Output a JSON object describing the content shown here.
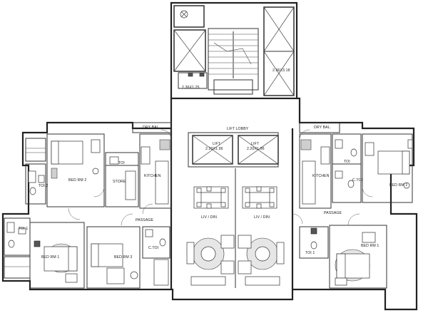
{
  "labels": {
    "dry_bal_left": "DRY BAL.",
    "dry_bal_right": "DRY BAL.",
    "lift_lobby": "LIFT LOBBY",
    "lift_1": "LIFT",
    "lift_1_size": "2.20X1.96",
    "lift_2": "LIFT",
    "lift_2_size": "2.20X1.96",
    "shaft_small_size": "2.36X1.25",
    "shaft_large_size": "2.36X3.18",
    "bed_rm_2_left": "BED RM 2",
    "store": "STORE",
    "kitchen_left": "KITCHEN",
    "toi_small_left": "TOI",
    "toi_2_left": "TOI 2",
    "toi_1_left": "TOI 1",
    "bed_rm_1_left": "BED RM 1",
    "bed_rm_3": "BED RM 3",
    "ctoi_left": "C.TOI",
    "passage_left": "PASSAGE",
    "liv_din_left": "LIV / DIN",
    "liv_din_right": "LIV / DIN",
    "kitchen_right": "KITCHEN",
    "ctoi_right": "C.TOI",
    "toi_right": "TOI",
    "bed_rm_2_right": "BED RM 2",
    "passage_right": "PASSAGE",
    "toi_1_right": "TOI 1",
    "bed_rm_1_right": "BED RM 1"
  }
}
